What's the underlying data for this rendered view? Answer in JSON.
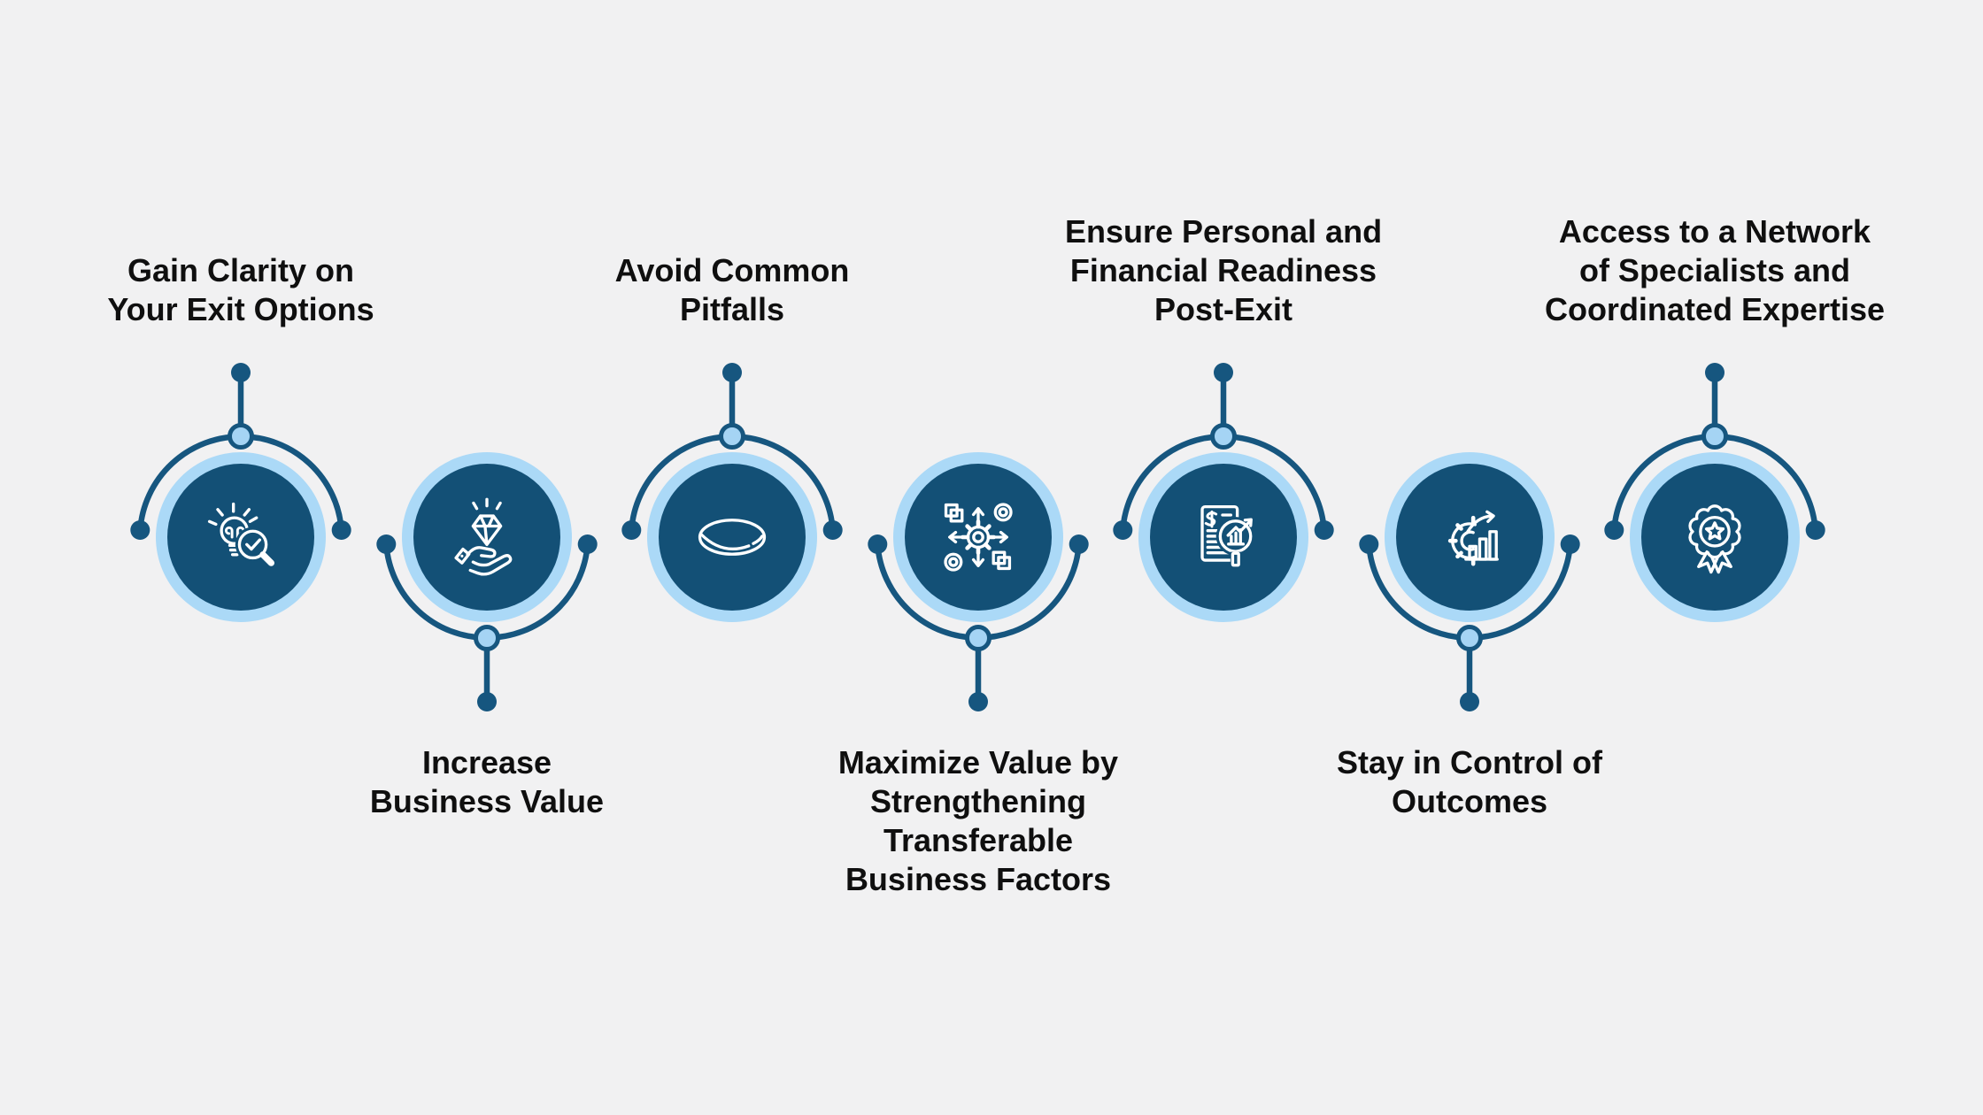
{
  "colors": {
    "bg": "#f1f1f2",
    "dark": "#135076",
    "arc": "#16567f",
    "light": "#abd9f7",
    "junction": "#a5d4f4",
    "text": "#0f0f0f"
  },
  "steps": [
    {
      "label": "Gain Clarity on\nYour Exit Options",
      "label_position": "above",
      "icon": "idea-search-icon"
    },
    {
      "label": "Increase\nBusiness Value",
      "label_position": "below",
      "icon": "hand-diamond-icon"
    },
    {
      "label": "Avoid Common\nPitfalls",
      "label_position": "above",
      "icon": "pitfall-hole-icon"
    },
    {
      "label": "Maximize Value by\nStrengthening\nTransferable\nBusiness Factors",
      "label_position": "below",
      "icon": "gear-network-icon"
    },
    {
      "label": "Ensure Personal and\nFinancial Readiness\nPost-Exit",
      "label_position": "above",
      "icon": "financial-report-magnifier-icon"
    },
    {
      "label": "Stay in Control of\nOutcomes",
      "label_position": "below",
      "icon": "gear-growth-chart-icon"
    },
    {
      "label": "Access to a Network\nof Specialists and\nCoordinated Expertise",
      "label_position": "above",
      "icon": "award-badge-icon"
    }
  ]
}
